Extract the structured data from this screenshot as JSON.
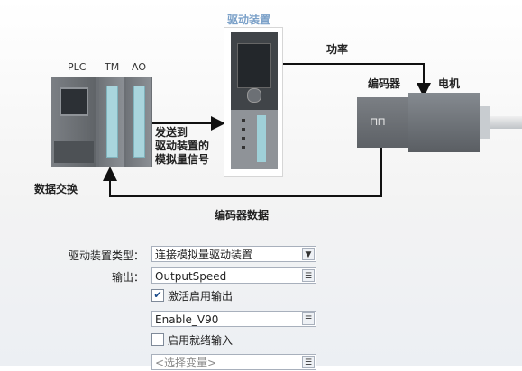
{
  "diagram": {
    "drive_title": "驱动装置",
    "plc_label": "PLC",
    "tm_label": "TM",
    "ao_label": "AO",
    "power_label": "功率",
    "encoder_label": "编码器",
    "motor_label": "电机",
    "send_label": "发送到\n驱动装置的\n模拟量信号",
    "data_exchange_label": "数据交换",
    "encoder_data_label": "编码器数据",
    "encoder_symbol": "⊓⊓",
    "colors": {
      "drive_title": "#7aa0c8",
      "arrow": "#111111"
    }
  },
  "form": {
    "drive_type": {
      "label": "驱动装置类型：",
      "value": "连接模拟量驱动装置",
      "button": "▼"
    },
    "output": {
      "label": "输出：",
      "value": "OutputSpeed",
      "button": "☰"
    },
    "activate_enable": {
      "label": "激活启用输出",
      "checked": true,
      "check_glyph": "✔"
    },
    "enable_field": {
      "value": "Enable_V90",
      "button": "☰"
    },
    "enable_ready": {
      "label": "启用就绪输入",
      "checked": false
    },
    "variable_field": {
      "placeholder": "<选择变量>",
      "button": "☰"
    }
  }
}
